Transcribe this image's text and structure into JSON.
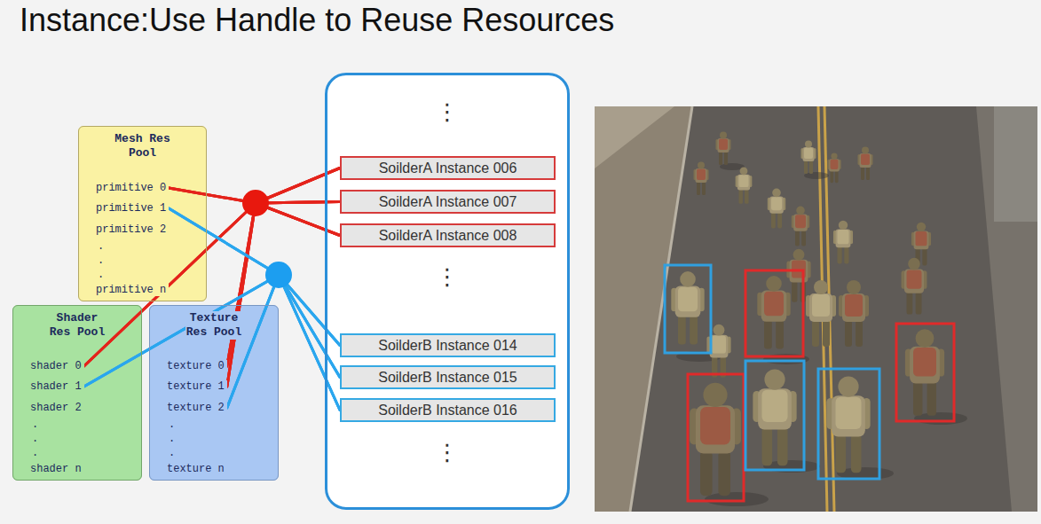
{
  "diagram": {
    "title": "Instance:Use Handle to Reuse Resources",
    "nodes": [
      {
        "text": [
          "Mesh Res Pool"
        ]
      },
      {
        "text": [
          "primitive 0"
        ],
        "in": 0
      },
      {
        "text": [
          "primitive 1"
        ],
        "in": 0
      },
      {
        "text": [
          "primitive 2"
        ],
        "in": 0
      },
      {
        "text": [
          "primitive n"
        ],
        "in": 0
      },
      {
        "text": [
          "Shader Res Pool"
        ]
      },
      {
        "text": [
          "shader 0"
        ],
        "in": 5
      },
      {
        "text": [
          "shader 1"
        ],
        "in": 5
      },
      {
        "text": [
          "shader 2"
        ],
        "in": 5
      },
      {
        "text": [
          "shader n"
        ],
        "in": 5
      },
      {
        "text": [
          "Texture Res Pool"
        ]
      },
      {
        "text": [
          "texture 0"
        ],
        "in": 10
      },
      {
        "text": [
          "texture 1"
        ],
        "in": 10
      },
      {
        "text": [
          "texture 2"
        ],
        "in": 10
      },
      {
        "text": [
          "texture n"
        ],
        "in": 10
      },
      {
        "text": [
          "⋮",
          "⋮",
          "⋮"
        ]
      },
      {
        "text": [
          "SoilderA Instance 006"
        ],
        "in": 15
      },
      {
        "text": [
          "SoilderA Instance 007"
        ],
        "in": 15
      },
      {
        "text": [
          "SoilderA Instance 008"
        ],
        "in": 15
      },
      {
        "text": [
          "SoilderB Instance 014"
        ],
        "in": 15
      },
      {
        "text": [
          "SoilderB Instance 015"
        ],
        "in": 15
      },
      {
        "text": [
          "SoilderB Instance 016"
        ],
        "in": 15
      }
    ],
    "edges": [
      {
        "from": 1,
        "to": 16,
        "arrow": "none"
      },
      {
        "from": 1,
        "to": 17,
        "arrow": "none"
      },
      {
        "from": 1,
        "to": 18,
        "arrow": "none"
      },
      {
        "from": 6,
        "to": 16,
        "arrow": "none"
      },
      {
        "from": 6,
        "to": 17,
        "arrow": "none"
      },
      {
        "from": 6,
        "to": 18,
        "arrow": "none"
      },
      {
        "from": 11,
        "to": 16,
        "arrow": "none"
      },
      {
        "from": 11,
        "to": 17,
        "arrow": "none"
      },
      {
        "from": 11,
        "to": 18,
        "arrow": "none"
      },
      {
        "from": 12,
        "to": 16,
        "arrow": "none"
      },
      {
        "from": 12,
        "to": 17,
        "arrow": "none"
      },
      {
        "from": 12,
        "to": 18,
        "arrow": "none"
      },
      {
        "from": 2,
        "to": 19,
        "arrow": "none"
      },
      {
        "from": 2,
        "to": 20,
        "arrow": "none"
      },
      {
        "from": 2,
        "to": 21,
        "arrow": "none"
      },
      {
        "from": 7,
        "to": 19,
        "arrow": "none"
      },
      {
        "from": 7,
        "to": 20,
        "arrow": "none"
      },
      {
        "from": 7,
        "to": 21,
        "arrow": "none"
      },
      {
        "from": 13,
        "to": 19,
        "arrow": "none"
      },
      {
        "from": 13,
        "to": 20,
        "arrow": "none"
      },
      {
        "from": 13,
        "to": 21,
        "arrow": "none"
      }
    ],
    "labels": [
      ".",
      ".",
      ".",
      ".",
      ".",
      ".",
      ".",
      ".",
      "."
    ]
  }
}
